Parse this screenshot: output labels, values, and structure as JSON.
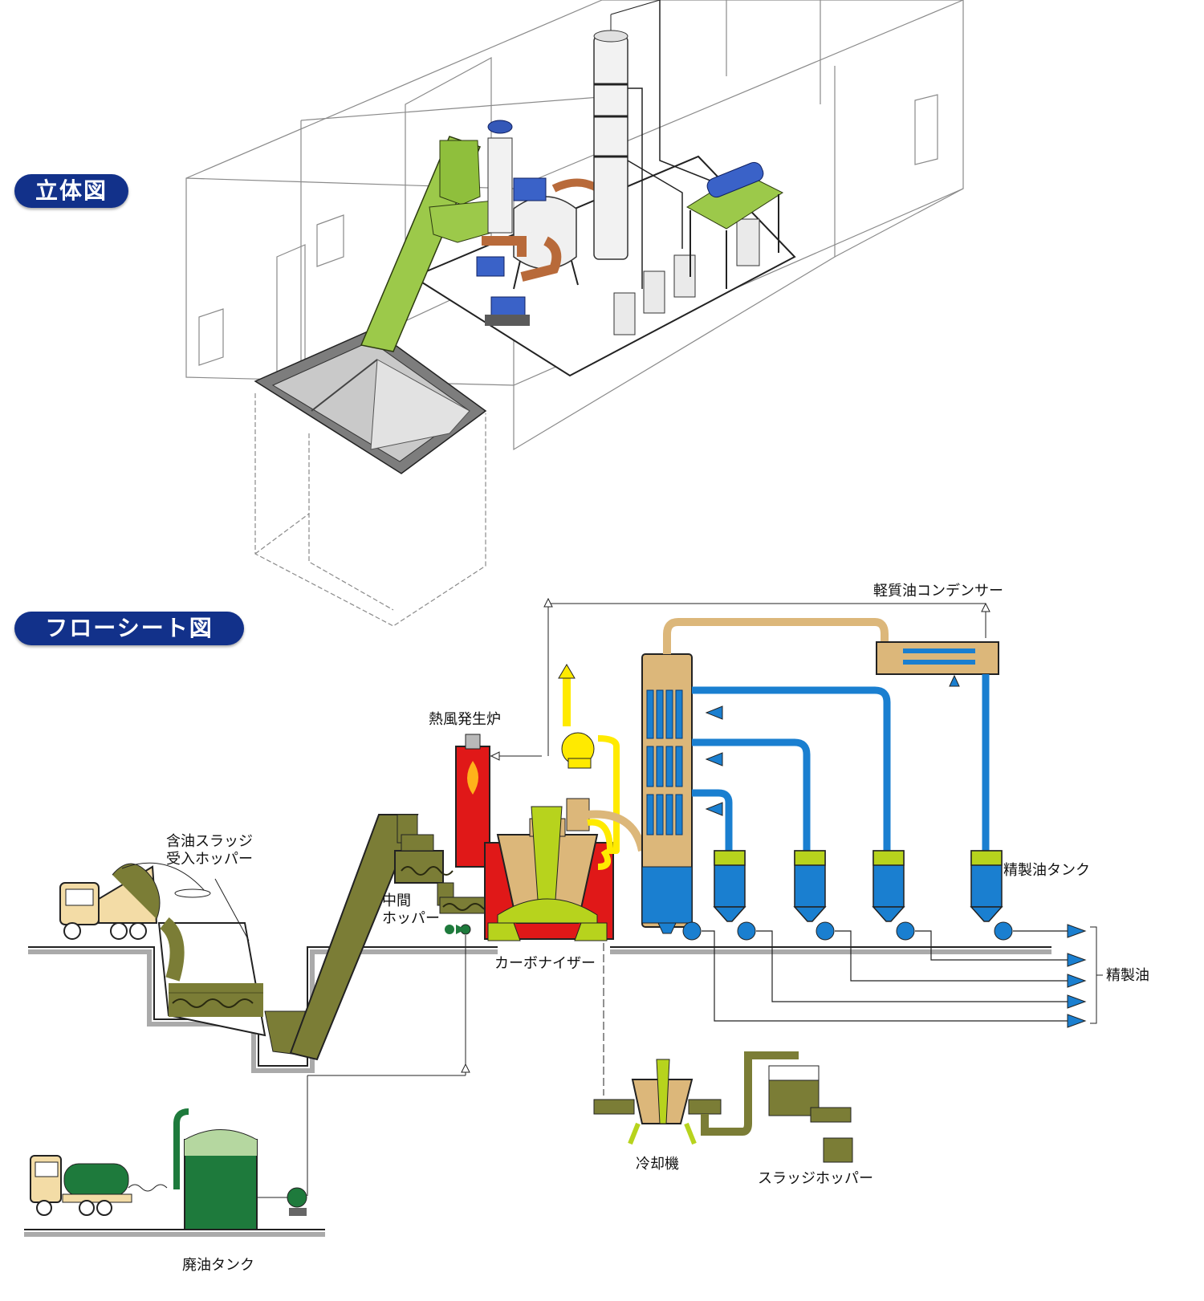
{
  "headings": {
    "isometric": "立体図",
    "flowsheet": "フローシート図"
  },
  "labels": {
    "light_oil_condenser": "軽質油コンデンサー",
    "hot_air_furnace": "熱風発生炉",
    "sludge_hopper_line1": "含油スラッジ",
    "sludge_hopper_line2": "受入ホッパー",
    "intermediate_hopper_line1": "中間",
    "intermediate_hopper_line2": "ホッパー",
    "carbonizer": "カーボナイザー",
    "refined_oil_tank": "精製油タンク",
    "refined_oil": "精製油",
    "cooler": "冷却機",
    "sludge_hopper": "スラッジホッパー",
    "waste_oil_tank": "廃油タンク"
  },
  "colors": {
    "badge": "#12318a",
    "tan": "#dcb77a",
    "blue": "#1a7fd0",
    "olive": "#7b7d36",
    "lime": "#b7d31d",
    "red": "#e01818",
    "yellow": "#ffea00",
    "green": "#1e7a3c"
  }
}
